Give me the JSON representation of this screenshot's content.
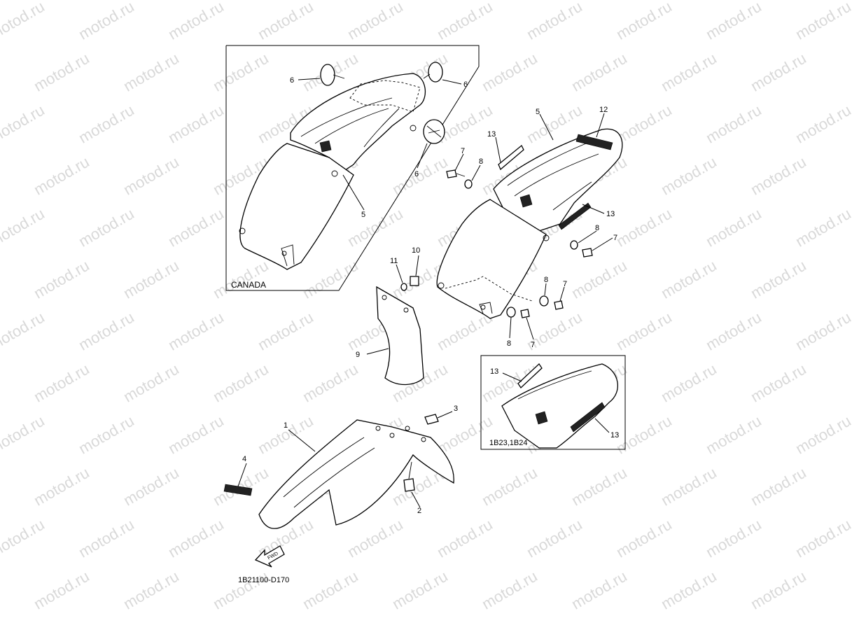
{
  "watermark": "motod.ru",
  "diagram_code": "1B21100-D170",
  "insets": {
    "canada": {
      "label": "CANADA"
    },
    "variant": {
      "label": "1B23,1B24"
    }
  },
  "fwd_label": "FWD",
  "callouts": {
    "c1": "1",
    "c2": "2",
    "c3": "3",
    "c4": "4",
    "c5a": "5",
    "c5b": "5",
    "c6a": "6",
    "c6b": "6",
    "c6c": "6",
    "c7a": "7",
    "c7b": "7",
    "c7c": "7",
    "c7d": "7",
    "c8a": "8",
    "c8b": "8",
    "c8c": "8",
    "c8d": "8",
    "c9": "9",
    "c10": "10",
    "c11": "11",
    "c12": "12",
    "c13a": "13",
    "c13b": "13",
    "c13c": "13",
    "c13d": "13"
  }
}
